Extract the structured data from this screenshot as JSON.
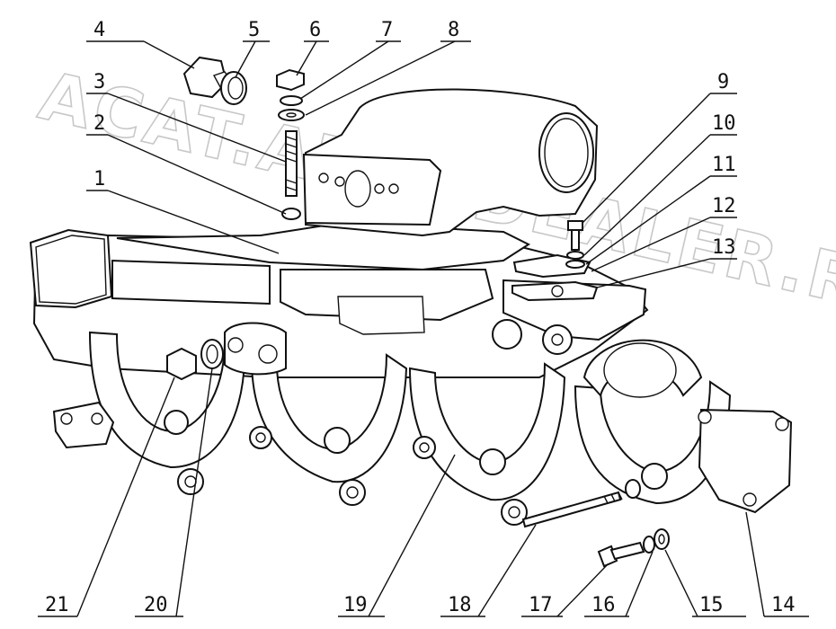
{
  "watermark": "ACAT.AUTODEALER.RU",
  "callouts": [
    "1",
    "2",
    "3",
    "4",
    "5",
    "6",
    "7",
    "8",
    "9",
    "10",
    "11",
    "12",
    "13",
    "14",
    "15",
    "16",
    "17",
    "18",
    "19",
    "20",
    "21"
  ]
}
